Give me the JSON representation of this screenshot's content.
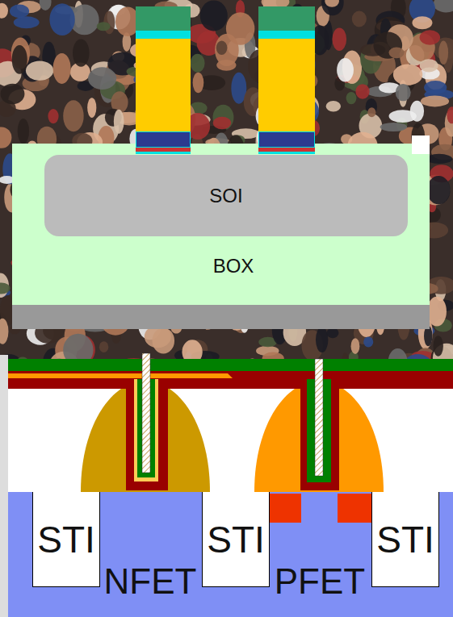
{
  "diagram": {
    "nodes": [
      {
        "text": [
          "BOX"
        ]
      },
      {
        "text": [
          "SOI"
        ],
        "in": 0
      },
      {
        "text": [
          "NFET",
          "PFET"
        ]
      },
      {
        "text": [
          "STI"
        ],
        "in": 2
      },
      {
        "text": [
          "STI"
        ],
        "in": 2
      },
      {
        "text": [
          "STI"
        ],
        "in": 2
      }
    ]
  }
}
